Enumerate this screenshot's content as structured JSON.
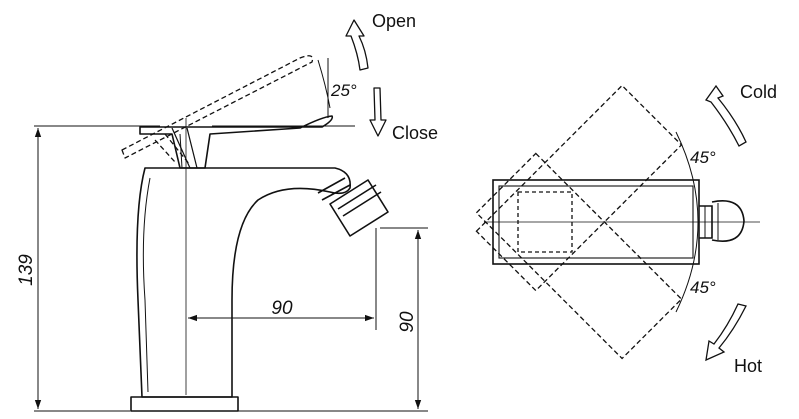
{
  "colors": {
    "ink": "#111111",
    "background": "#ffffff"
  },
  "side_view": {
    "rotation": {
      "open_label": "Open",
      "close_label": "Close",
      "angle_label": "25°"
    },
    "dimensions": {
      "total_height": "139",
      "horizontal_reach": "90",
      "spout_height": "90"
    }
  },
  "top_view": {
    "rotation": {
      "cold_label": "Cold",
      "hot_label": "Hot",
      "cold_angle_label": "45°",
      "hot_angle_label": "45°"
    }
  }
}
